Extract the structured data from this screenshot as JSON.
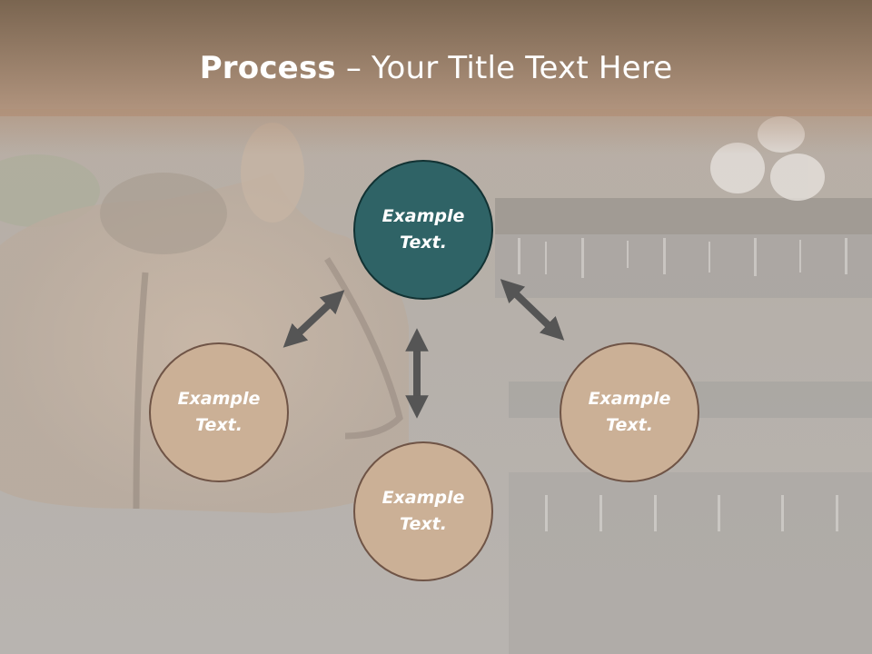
{
  "title": {
    "bold": "Process",
    "rest": " – Your Title Text Here"
  },
  "nodes": [
    {
      "label": "Example\nText."
    },
    {
      "label": "Example\nText."
    },
    {
      "label": "Example\nText."
    },
    {
      "label": "Example\nText."
    }
  ],
  "colors": {
    "header_top": "#7e664f",
    "header_bottom": "#b0927a",
    "node_center": "#2f6366",
    "node_default": "#cbb096",
    "arrow": "#555555"
  }
}
